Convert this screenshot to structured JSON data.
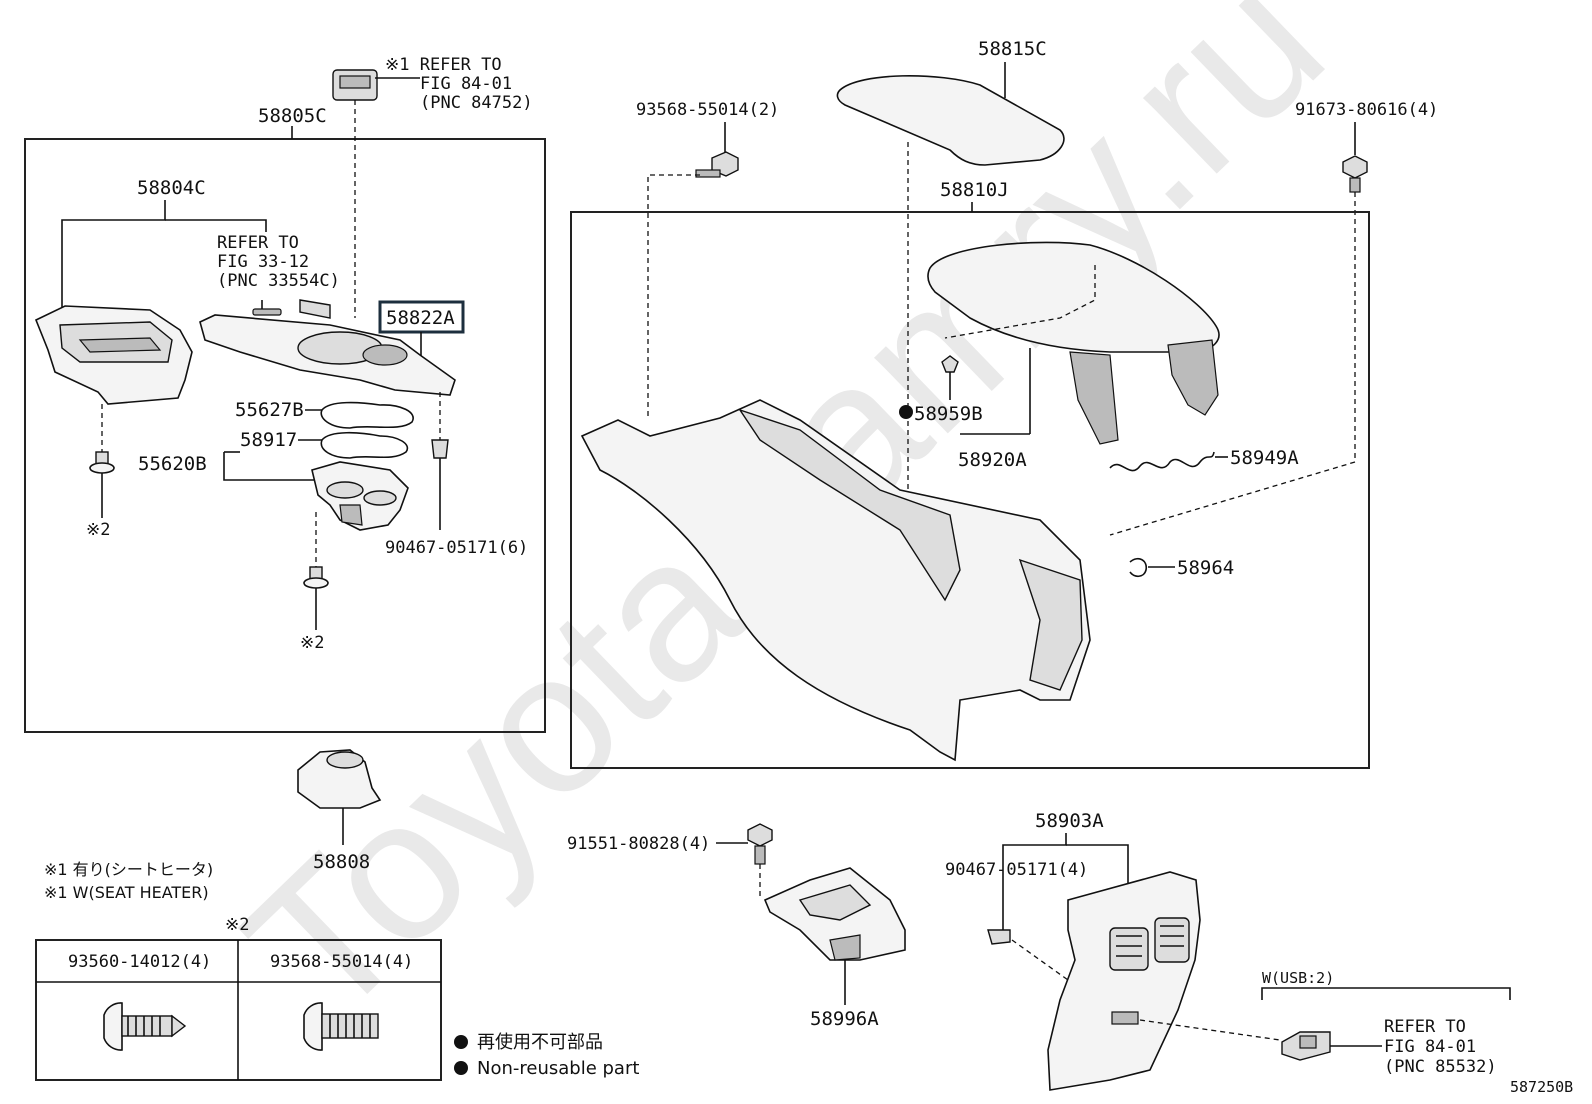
{
  "watermark": "ToyotaCamry.ru",
  "diagram_code": "587250B",
  "labels": {
    "p58805C": "58805C",
    "p58804C": "58804C",
    "p58822A": "58822A",
    "p55627B": "55627B",
    "p58917": "58917",
    "p55620B": "55620B",
    "p90467_left": "90467-05171(6)",
    "note2_a": "※2",
    "note2_b": "※2",
    "p58808": "58808",
    "p58815C": "58815C",
    "p93568_top": "93568-55014(2)",
    "p91673": "91673-80616(4)",
    "p58810J": "58810J",
    "p58959B": "58959B",
    "p58920A": "58920A",
    "p58949A": "58949A",
    "p58964": "58964",
    "p91551": "91551-80828(4)",
    "p58996A": "58996A",
    "p58903A": "58903A",
    "p90467_right": "90467-05171(4)",
    "usb_group": "W(USB:2)"
  },
  "refs": {
    "ref1_l1": "※1 REFER TO",
    "ref1_l2": "FIG 84-01",
    "ref1_l3": "(PNC 84752)",
    "ref2_l1": "REFER TO",
    "ref2_l2": "FIG 33-12",
    "ref2_l3": "(PNC 33554C)",
    "ref3_l1": "REFER TO",
    "ref3_l2": "FIG 84-01",
    "ref3_l3": "(PNC 85532)"
  },
  "notes": {
    "n1_jp": "※1 有り(シートヒータ)",
    "n1_en": "※1 W(SEAT HEATER)",
    "n2_title": "※2"
  },
  "screw_table": {
    "col1": "93560-14012(4)",
    "col2": "93568-55014(4)"
  },
  "legend": {
    "jp": "再使用不可部品",
    "en": "Non-reusable part"
  }
}
